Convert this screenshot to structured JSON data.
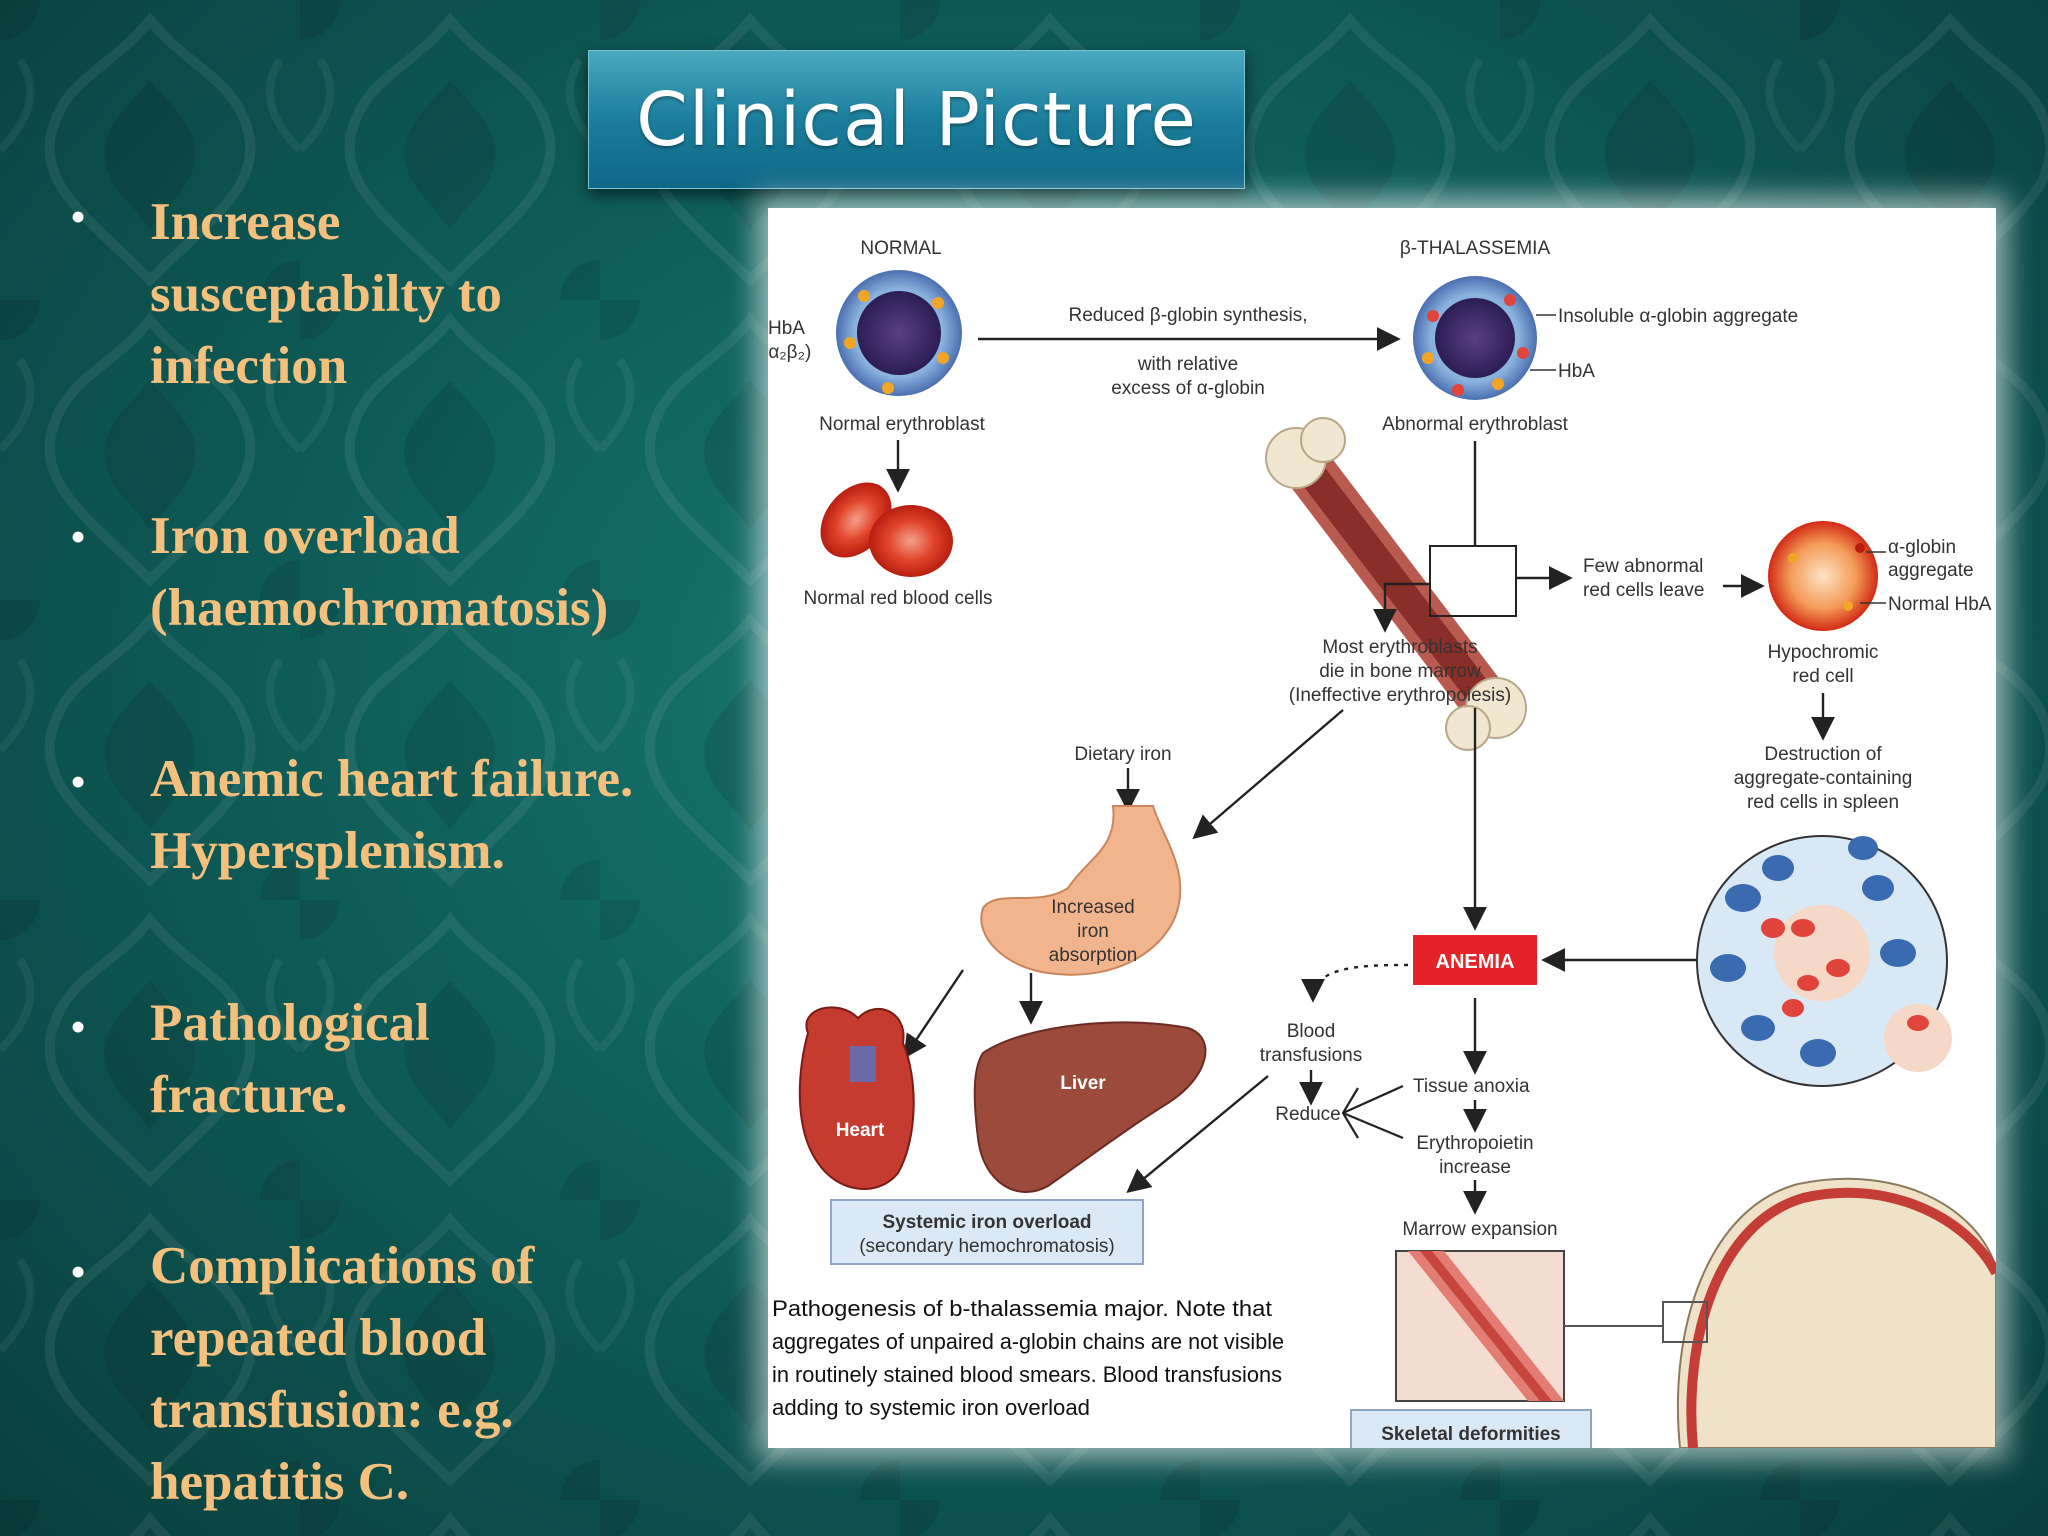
{
  "slide": {
    "title": "Clinical Picture",
    "bullet_symbol": "•",
    "bullets": [
      "Increase\nsusceptabilty to\ninfection",
      "Iron overload\n(haemochromatosis)",
      "Anemic heart failure.\nHypersplenism.",
      "Pathological\nfracture.",
      "Complications of\nrepeated blood\ntransfusion: e.g.\nhepatitis C."
    ]
  },
  "figure": {
    "normal_heading": "NORMAL",
    "thal_heading": "β-THALASSEMIA",
    "hba_label": "HbA",
    "hba_formula": "(α₂β₂)",
    "reduced_1": "Reduced β-globin synthesis,",
    "reduced_2": "with relative",
    "reduced_3": "excess of α-globin",
    "insoluble": "Insoluble α-globin aggregate",
    "hba_right": "HbA",
    "normal_eryth": "Normal erythroblast",
    "abnormal_eryth": "Abnormal erythroblast",
    "normal_rbc": "Normal red blood cells",
    "few_1": "Few abnormal",
    "few_2": "red cells leave",
    "aglobin_1": "α-globin",
    "aglobin_2": "aggregate",
    "normal_hba": "Normal HbA",
    "hypo_1": "Hypochromic",
    "hypo_2": "red cell",
    "most_1": "Most erythroblasts",
    "most_2": "die in bone marrow",
    "most_3": "(Ineffective erythropoiesis)",
    "destr_1": "Destruction of",
    "destr_2": "aggregate-containing",
    "destr_3": "red cells in spleen",
    "dietary": "Dietary iron",
    "incr_1": "Increased",
    "incr_2": "iron",
    "incr_3": "absorption",
    "anemia": "ANEMIA",
    "blood_1": "Blood",
    "blood_2": "transfusions",
    "reduce": "Reduce",
    "tissue": "Tissue anoxia",
    "epo_1": "Erythropoietin",
    "epo_2": "increase",
    "marrow": "Marrow expansion",
    "heart": "Heart",
    "liver": "Liver",
    "sys_1": "Systemic iron overload",
    "sys_2": "(secondary hemochromatosis)",
    "skeletal": "Skeletal deformities",
    "caption_1": "Pathogenesis of b-thalassemia major. Note that",
    "caption_2": "aggregates of unpaired a-globin chains are not visible",
    "caption_3": "in routinely stained blood smears. Blood transfusions",
    "caption_4": "adding to systemic iron overload"
  },
  "colors": {
    "background": "#0f5f5b",
    "title_bar": "#1b7e9c",
    "bullet_text": "#f4c07e",
    "anemia_box": "#e52227"
  }
}
